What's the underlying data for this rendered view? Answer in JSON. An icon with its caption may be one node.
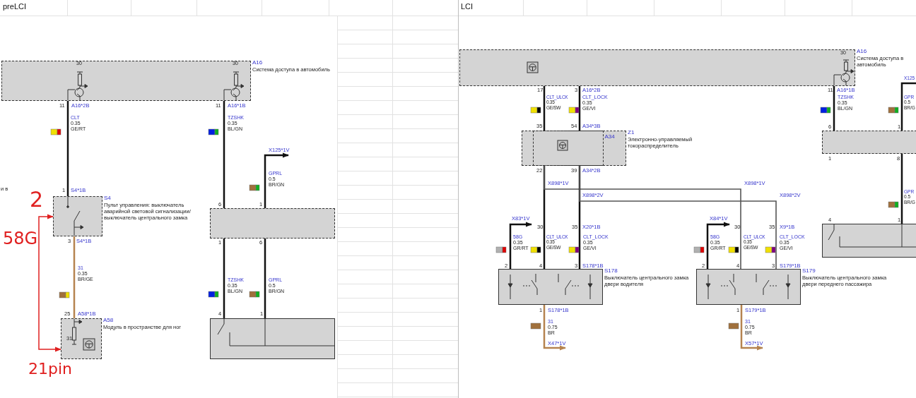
{
  "diagram": {
    "nodes": [
      {
        "text": [
          "A16",
          "Система доступа в автомобиль"
        ]
      },
      {
        "text": [
          "S4",
          "Пульт управления: выключатель аварийной световой сигнализации/выключатель центрального замка"
        ]
      },
      {
        "text": [
          "A58",
          "Модуль в пространстве для ног"
        ]
      },
      {
        "text": [],
        "shape": "box"
      },
      {
        "text": [],
        "shape": "box"
      },
      {
        "text": [
          "A16",
          "Система доступа в автомобиль"
        ]
      },
      {
        "text": [
          "Z1",
          "Электронно-управляемый токораспределитель"
        ]
      },
      {
        "text": [
          "A34"
        ],
        "in": 6
      },
      {
        "text": [
          "S178",
          "Выключатель центрального замка двери водителя"
        ]
      },
      {
        "text": [
          "S179",
          "Выключатель центрального замка двери переднего пассажира"
        ]
      },
      {
        "text": [],
        "shape": "box"
      },
      {
        "text": [],
        "shape": "box"
      },
      {
        "text": [
          "X125*1V"
        ]
      },
      {
        "text": [
          "X83*1V"
        ]
      },
      {
        "text": [
          "X84*1V"
        ]
      },
      {
        "text": [
          "X47*1V"
        ]
      },
      {
        "text": [
          "X57*1V"
        ]
      },
      {
        "text": [
          "X125"
        ]
      }
    ],
    "edges": [
      {
        "from": 0,
        "to": 1,
        "arrow": "none",
        "label": "CLT 0.35 GE/RT"
      },
      {
        "from": 1,
        "to": 2,
        "arrow": "none",
        "label": "31 0.35 BR/GE",
        "color": "#b5834f"
      },
      {
        "from": 0,
        "to": 3,
        "arrow": "none",
        "label": "TZSHK 0.35 BL/GN"
      },
      {
        "from": 3,
        "to": 12,
        "arrow": "to",
        "label": "GPRL 0.5 BR/GN"
      },
      {
        "from": 3,
        "to": 4,
        "arrow": "none",
        "label": "TZSHK 0.35 BL/GN"
      },
      {
        "from": 3,
        "to": 4,
        "arrow": "none",
        "label": "GPRL 0.5 BR/GN"
      },
      {
        "from": 1,
        "to": 2,
        "arrow": "both",
        "color": "#e02020"
      },
      {
        "from": 5,
        "to": 6,
        "arrow": "none",
        "label": "CLT_ULCK 0.35 GE/SW"
      },
      {
        "from": 5,
        "to": 6,
        "arrow": "none",
        "label": "CLT_LOCK 0.35 GE/VI"
      },
      {
        "from": 6,
        "to": 8,
        "arrow": "none",
        "label": "CLT_ULCK 0.35 GE/SW"
      },
      {
        "from": 6,
        "to": 9,
        "arrow": "none",
        "label": "CLT_ULCK 0.35 GE/SW"
      },
      {
        "from": 6,
        "to": 8,
        "arrow": "none",
        "label": "CLT_LOCK 0.35 GE/VI"
      },
      {
        "from": 6,
        "to": 9,
        "arrow": "none",
        "label": "CLT_LOCK 0.35 GE/VI"
      },
      {
        "from": 8,
        "to": 13,
        "arrow": "to",
        "label": "58G 0.35 GR/RT"
      },
      {
        "from": 9,
        "to": 14,
        "arrow": "to",
        "label": "58G 0.35 GR/RT"
      },
      {
        "from": 8,
        "to": 15,
        "arrow": "to",
        "label": "31 0.75 BR",
        "color": "#b5834f"
      },
      {
        "from": 9,
        "to": 16,
        "arrow": "to",
        "label": "31 0.75 BR",
        "color": "#b5834f"
      },
      {
        "from": 5,
        "to": 10,
        "arrow": "none",
        "label": "TZSHK 0.35 BL/GN"
      },
      {
        "from": 10,
        "to": 17,
        "arrow": "none",
        "label": "GPR 0.5 BR/G"
      },
      {
        "from": 10,
        "to": 11,
        "arrow": "none",
        "label": "GPR 0.5 BR/G"
      }
    ],
    "labels": [
      "preLCI",
      "LCI",
      "30",
      "30",
      "11",
      "A16*2B",
      "11",
      "A16*1B",
      "и в",
      "1",
      "S4*1B",
      "6",
      "1",
      "3",
      "S4*1B",
      "1",
      "6",
      "25",
      "A58*1B",
      "4",
      "1",
      "31",
      "2",
      "58G",
      "21pin",
      "17",
      "3",
      "A16*2B",
      "11",
      "A16*1B",
      "30",
      "35",
      "54",
      "A34*3B",
      "6",
      "1",
      "22",
      "39",
      "A34*2B",
      "1",
      "8",
      "X898*1V",
      "X898*1V",
      "X898*2V",
      "X898*2V",
      "4",
      "1",
      "30",
      "35",
      "X20*1B",
      "30",
      "35",
      "X9*1B",
      "2",
      "4",
      "3",
      "S178*1B",
      "2",
      "4",
      "3",
      "S179*1B",
      "1",
      "S178*1B",
      "1",
      "S179*1B"
    ]
  }
}
